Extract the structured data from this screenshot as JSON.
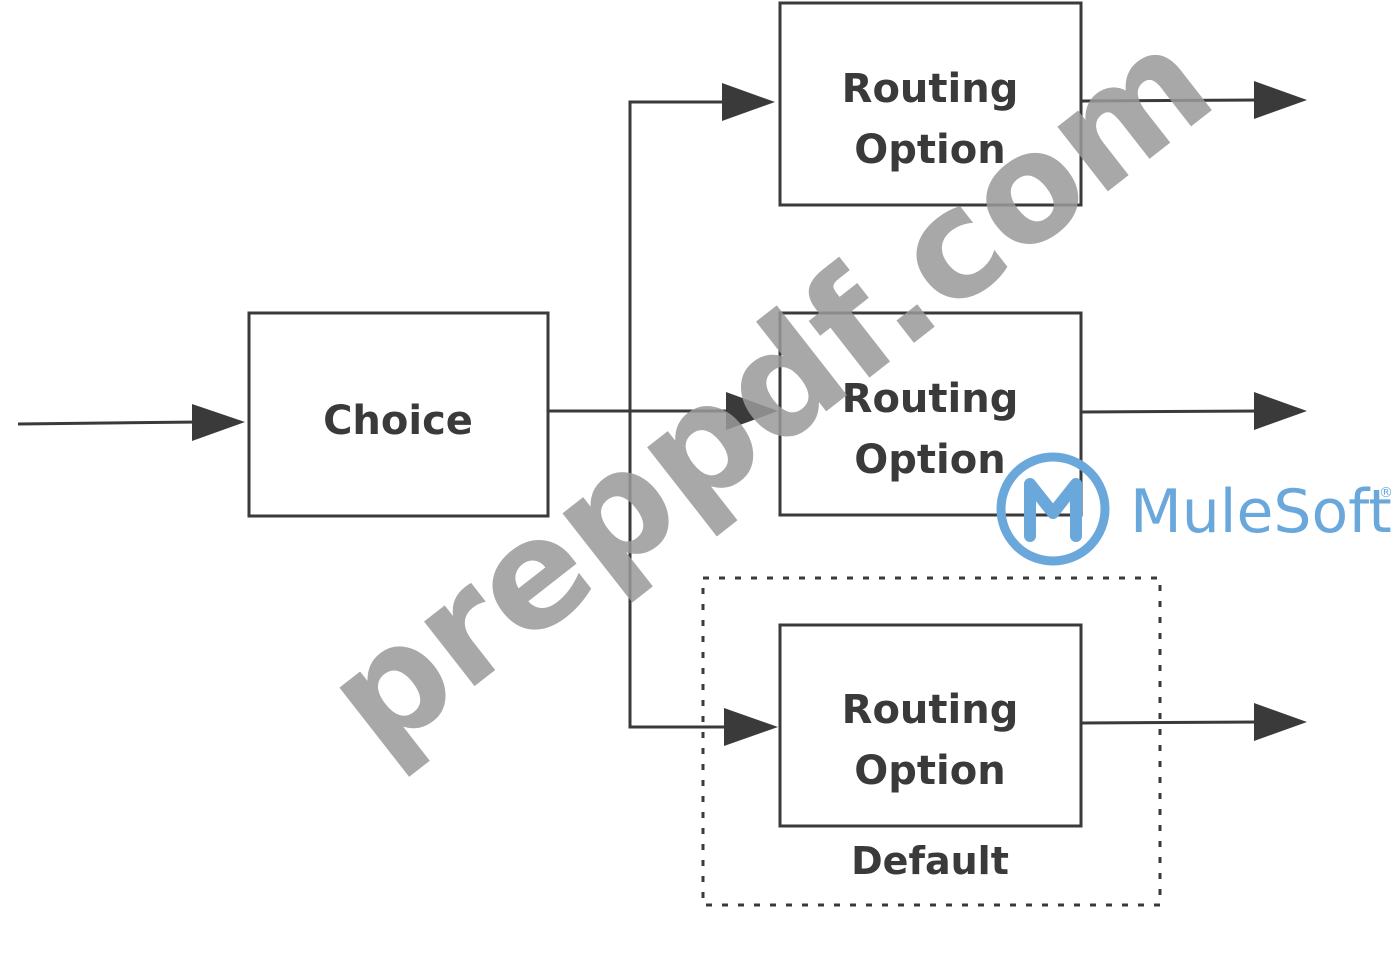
{
  "diagram": {
    "choice_label": "Choice",
    "routes": [
      {
        "line1": "Routing",
        "line2": "Option"
      },
      {
        "line1": "Routing",
        "line2": "Option"
      },
      {
        "line1": "Routing",
        "line2": "Option"
      }
    ],
    "default_group_label": "Default"
  },
  "watermark": {
    "text": "preppdf.com"
  },
  "brand": {
    "name": "MuleSoft",
    "registered_mark": "®",
    "color": "#6aa8dc"
  },
  "colors": {
    "stroke": "#3a3a3a",
    "watermark": "#9a9a9a"
  }
}
